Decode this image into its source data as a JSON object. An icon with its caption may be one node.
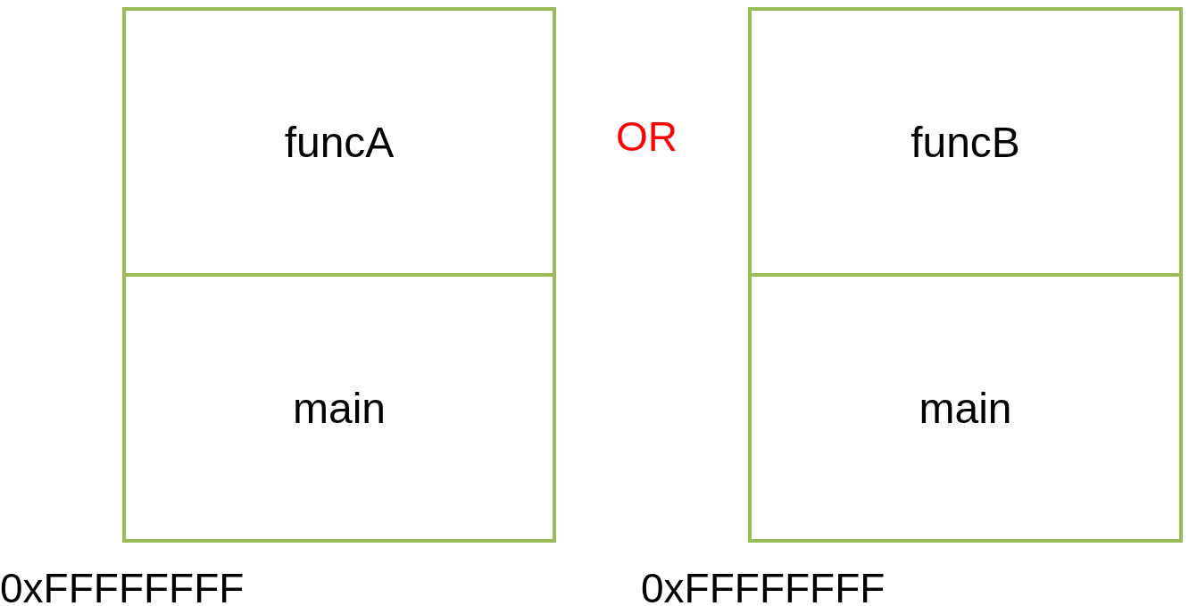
{
  "diagram": {
    "nodes": [
      {
        "text": [
          "funcA"
        ]
      },
      {
        "text": [
          "main"
        ]
      },
      {
        "text": [
          "funcB"
        ]
      },
      {
        "text": [
          "main"
        ]
      }
    ],
    "labels": [
      "OR",
      "0xFFFFFFFF",
      "0xFFFFFFFF"
    ]
  }
}
